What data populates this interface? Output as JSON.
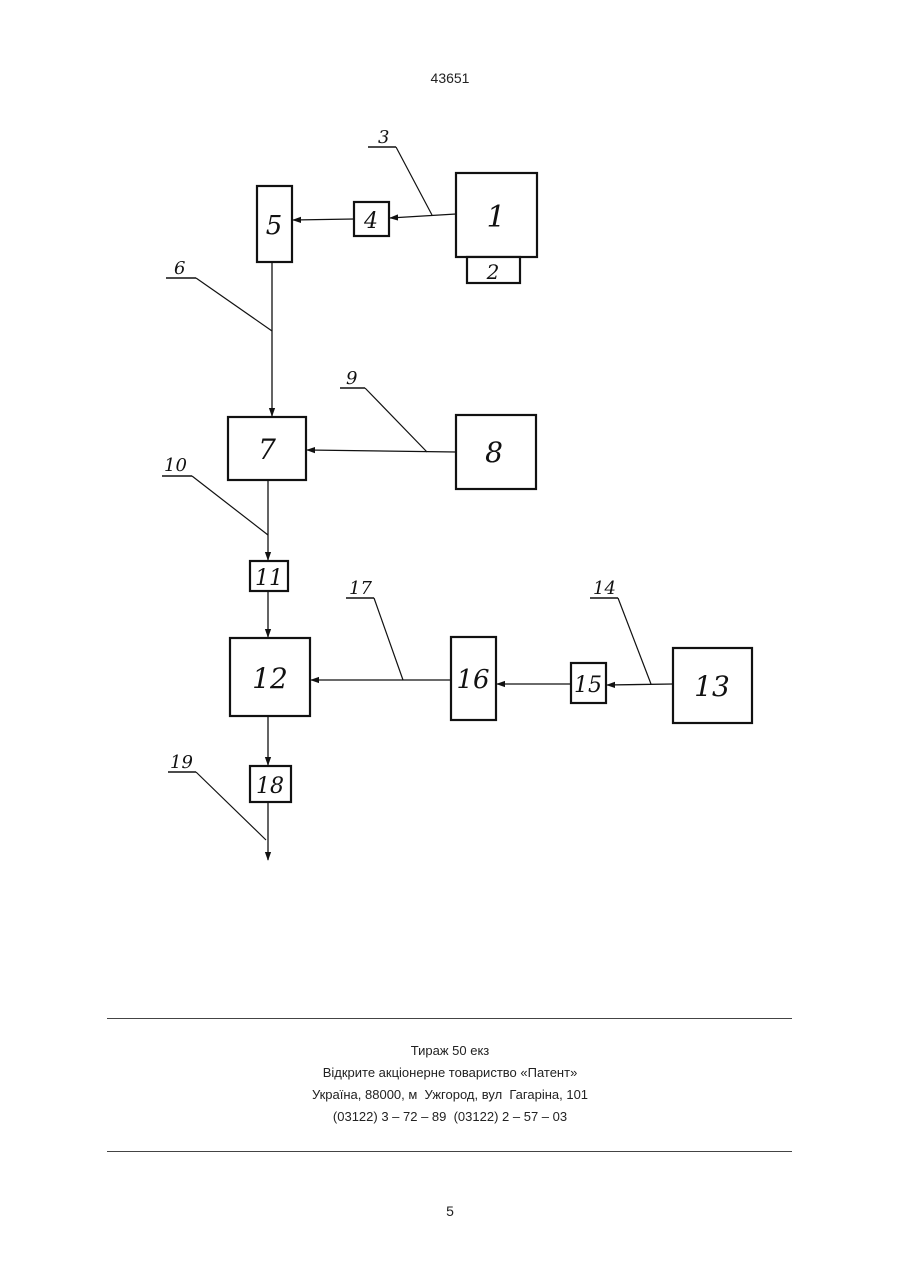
{
  "header": {
    "doc_number": "43651"
  },
  "diagram": {
    "blocks": [
      {
        "id": "1",
        "label": "1"
      },
      {
        "id": "2",
        "label": "2"
      },
      {
        "id": "4",
        "label": "4"
      },
      {
        "id": "5",
        "label": "5"
      },
      {
        "id": "7",
        "label": "7"
      },
      {
        "id": "8",
        "label": "8"
      },
      {
        "id": "11",
        "label": "11"
      },
      {
        "id": "12",
        "label": "12"
      },
      {
        "id": "13",
        "label": "13"
      },
      {
        "id": "15",
        "label": "15"
      },
      {
        "id": "16",
        "label": "16"
      },
      {
        "id": "18",
        "label": "18"
      }
    ],
    "connections": [
      {
        "id": "3",
        "label": "3",
        "from": "1",
        "to": "4"
      },
      {
        "id": "6",
        "label": "6",
        "from": "5",
        "to": "7"
      },
      {
        "id": "9",
        "label": "9",
        "from": "8",
        "to": "7"
      },
      {
        "id": "10",
        "label": "10",
        "from": "7",
        "to": "11"
      },
      {
        "id": "14",
        "label": "14",
        "from": "13",
        "to": "15"
      },
      {
        "id": "17",
        "label": "17",
        "from": "16",
        "to": "12"
      },
      {
        "id": "19",
        "label": "19",
        "from": "18",
        "to": "output"
      }
    ],
    "extra_links": [
      {
        "from": "4",
        "to": "5"
      },
      {
        "from": "11",
        "to": "12"
      },
      {
        "from": "15",
        "to": "16"
      },
      {
        "from": "12",
        "to": "18"
      }
    ]
  },
  "footer": {
    "lines": [
      "Тираж 50 екз",
      "Відкрите акціонерне товариство «Патент»",
      "Україна, 88000, м  Ужгород, вул  Гагаріна, 101",
      "(03122) 3 – 72 – 89  (03122) 2 – 57 – 03"
    ],
    "page_number": "5"
  }
}
